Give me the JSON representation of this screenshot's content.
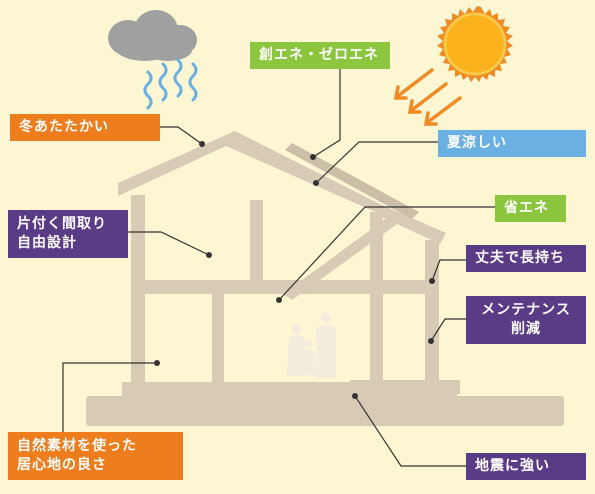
{
  "labels": {
    "winter_warm": "冬あたたかい",
    "energy_create": "創エネ・ゼロエネ",
    "summer_cool": "夏涼しい",
    "energy_save": "省エネ",
    "layout_line1": "片付く間取り",
    "layout_line2": "自由設計",
    "durable": "丈夫で長持ち",
    "maintenance_line1": "メンテナンス",
    "maintenance_line2": "削減",
    "natural_line1": "自然素材を使った",
    "natural_line2": "居心地の良さ",
    "earthquake": "地震に強い"
  },
  "colors": {
    "background": "#fdf6d3",
    "house": "#d7cbb5",
    "orange": "#ee7d1e",
    "green": "#8cc63e",
    "blue": "#6ab0e2",
    "purple": "#5a3b86",
    "sun": "#fbb21c",
    "rays": "#f08a24",
    "cloud": "#9fa0a0",
    "wind": "#6ab0e2"
  }
}
